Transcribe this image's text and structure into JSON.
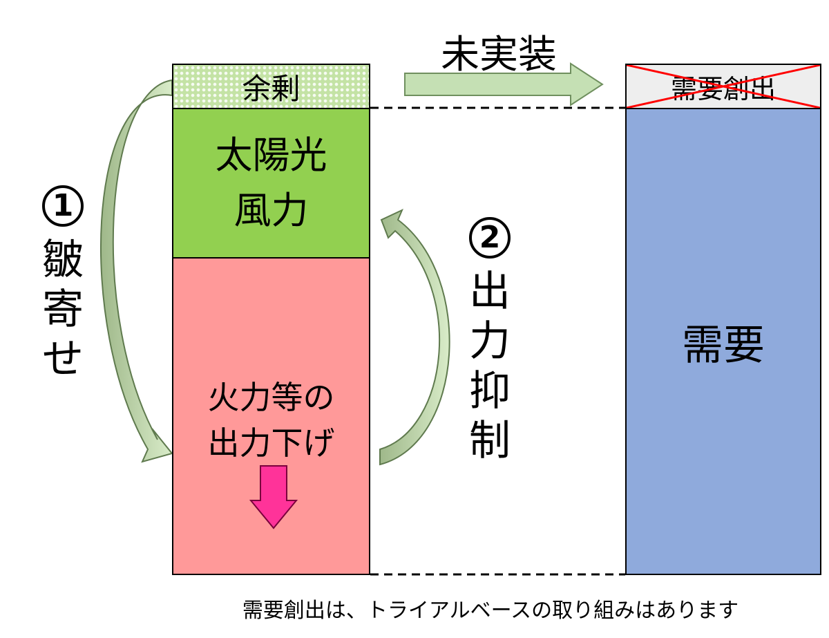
{
  "boxes": {
    "surplus": "余剰",
    "renewable": [
      "太陽光",
      "風力"
    ],
    "thermal": [
      "火力等の",
      "出力下げ"
    ],
    "demand": "需要",
    "demand_creation": "需要創出"
  },
  "unimplemented_label": "未実装",
  "step1": {
    "number": "1",
    "chars": [
      "皺",
      "寄",
      "せ"
    ]
  },
  "step2": {
    "number": "2",
    "chars": [
      "出",
      "力",
      "抑",
      "制"
    ]
  },
  "footnote": "需要創出は、トライアルベースの取り組みはあります",
  "colors": {
    "surplus": "#c4e3a5",
    "renewable": "#92d050",
    "thermal": "#ff9999",
    "demand": "#8faadc",
    "demand_creation": "#eeeeee",
    "arrow_fill": "#c5e0b4",
    "down_arrow": "#ff3399",
    "cross": "#ff0000"
  }
}
